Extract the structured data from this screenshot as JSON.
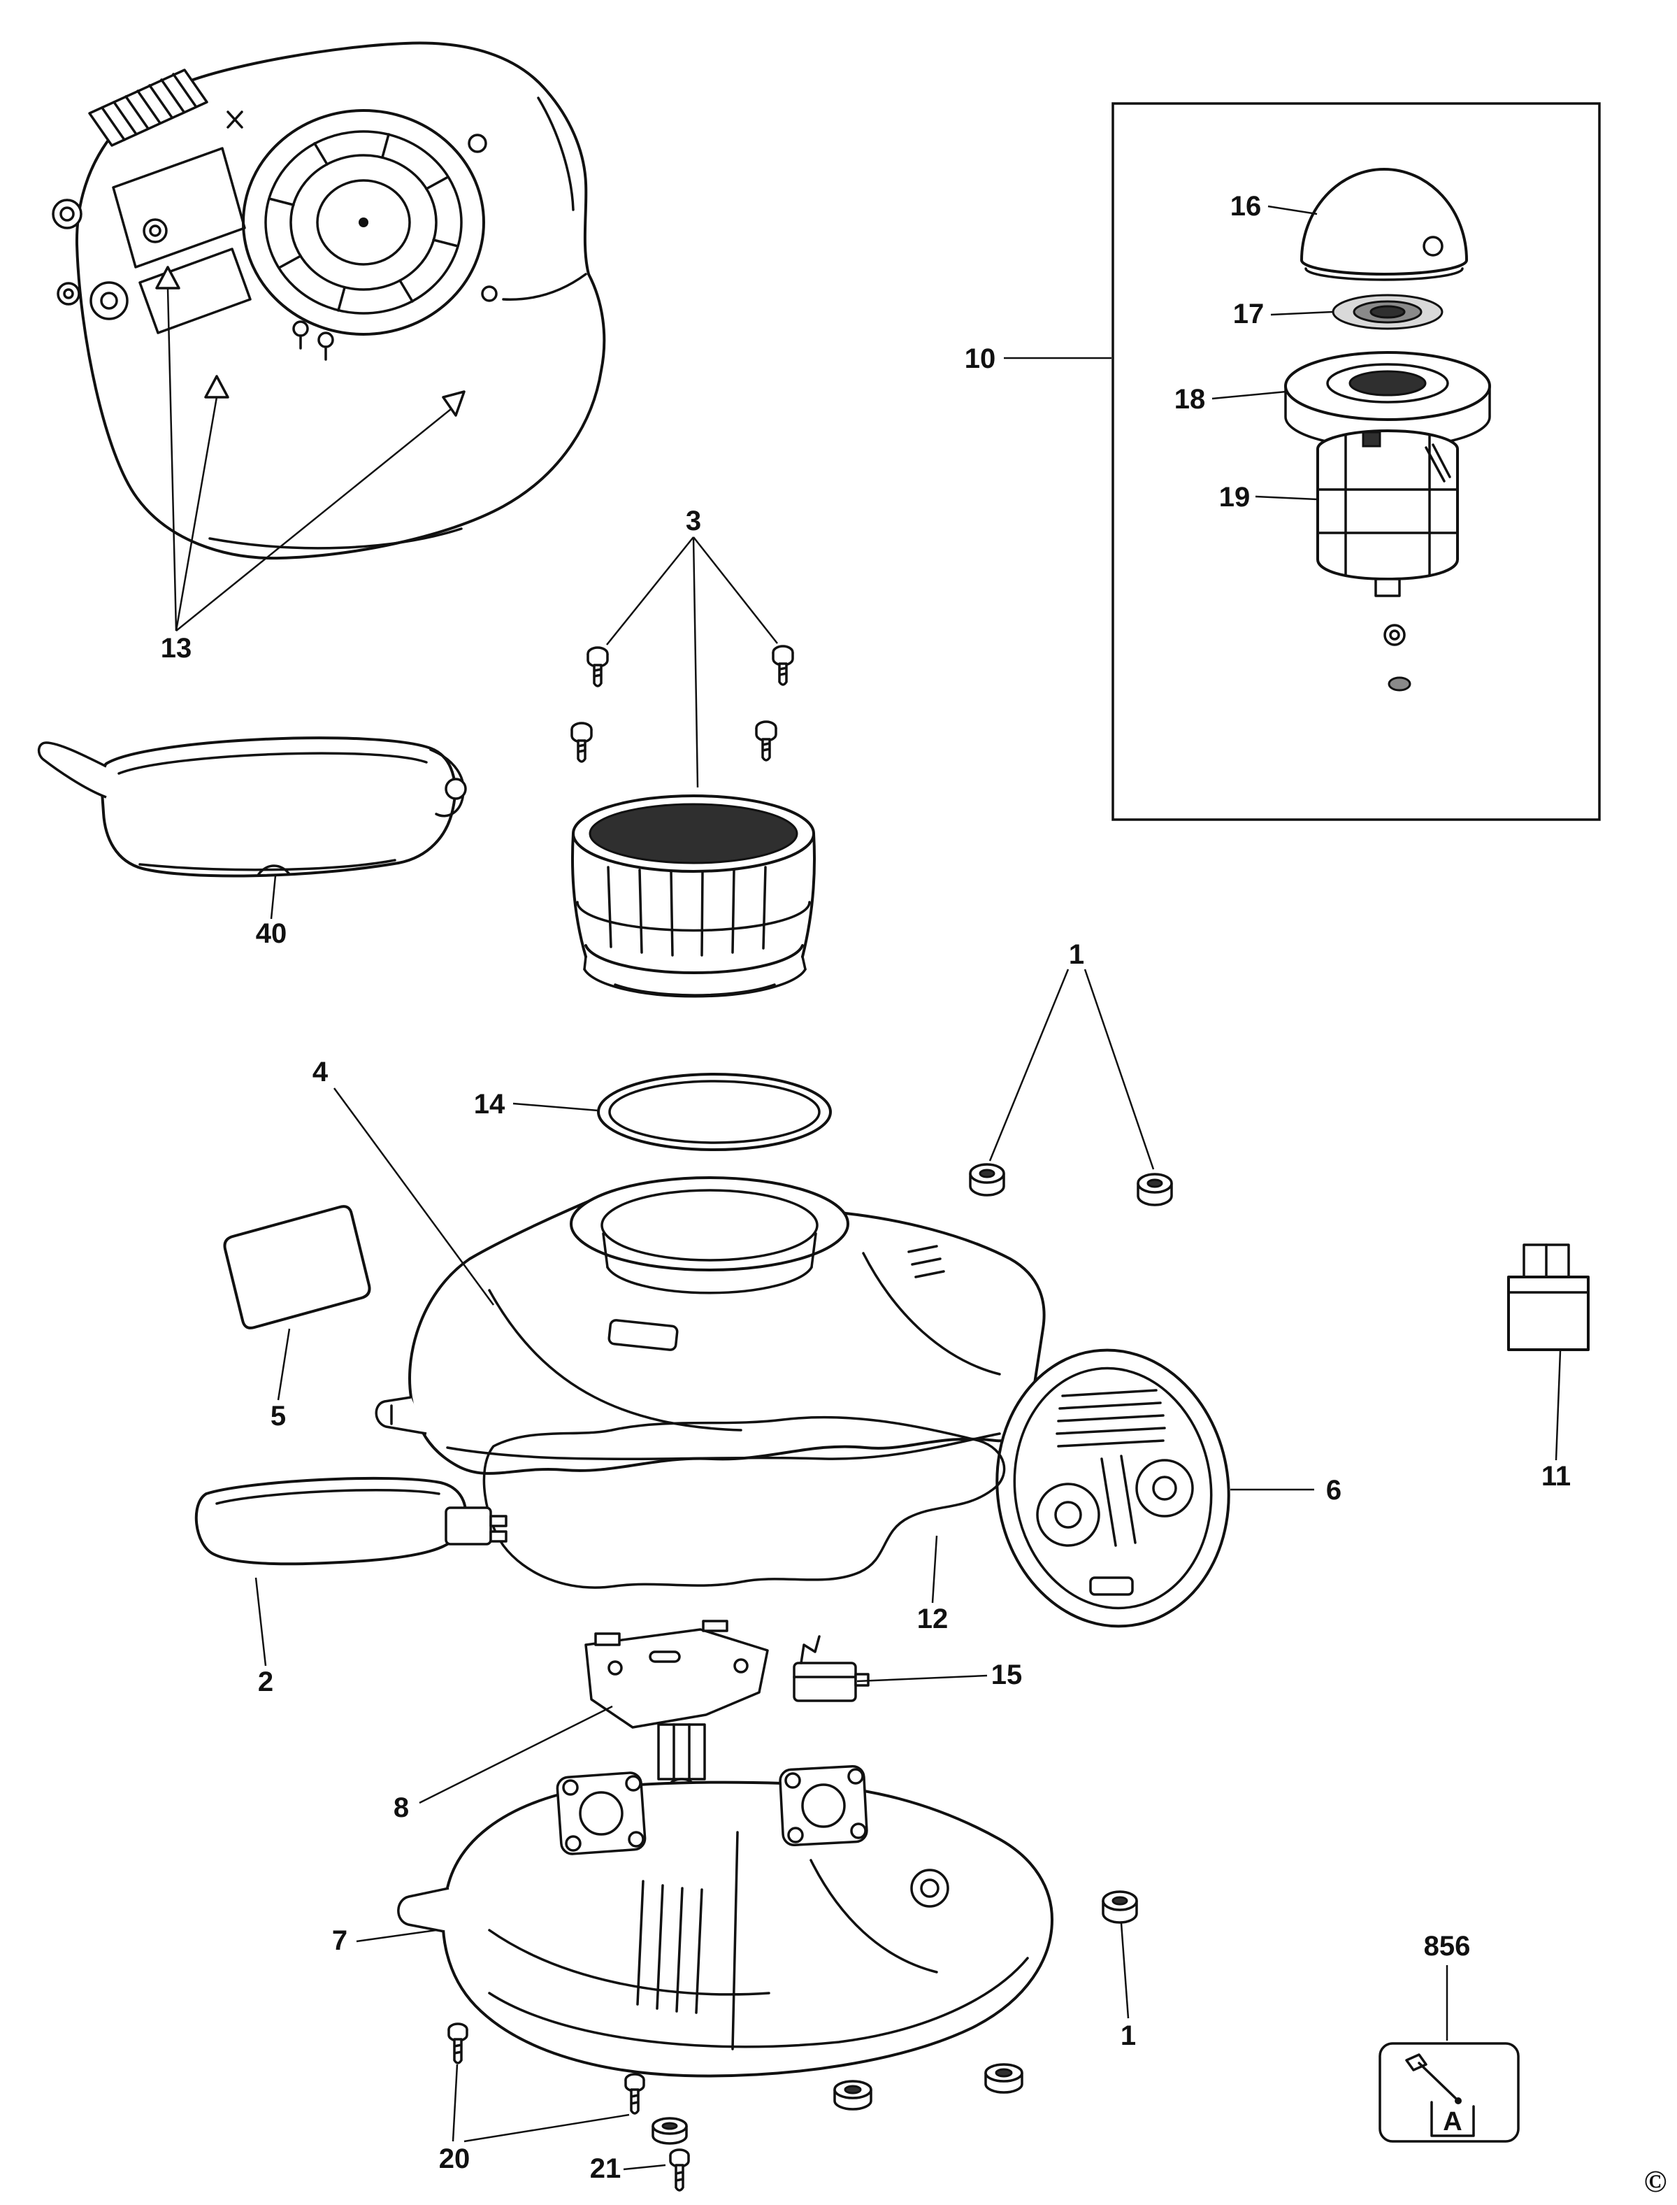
{
  "labels": {
    "p1": "1",
    "p2": "2",
    "p3": "3",
    "p4": "4",
    "p5": "5",
    "p6": "6",
    "p7": "7",
    "p8": "8",
    "p10": "10",
    "p11": "11",
    "p12": "12",
    "p13": "13",
    "p14": "14",
    "p15": "15",
    "p16": "16",
    "p17": "17",
    "p18": "18",
    "p19": "19",
    "p20": "20",
    "p21": "21",
    "p40": "40",
    "p856": "856"
  },
  "marks": {
    "copyright": "©",
    "inset_icon_letter": "A"
  },
  "colors": {
    "line": "#111111",
    "dark_fill": "#2f2f2f",
    "mid_fill": "#8a8a8a",
    "light_fill": "#d9d9d9",
    "background": "#ffffff"
  }
}
